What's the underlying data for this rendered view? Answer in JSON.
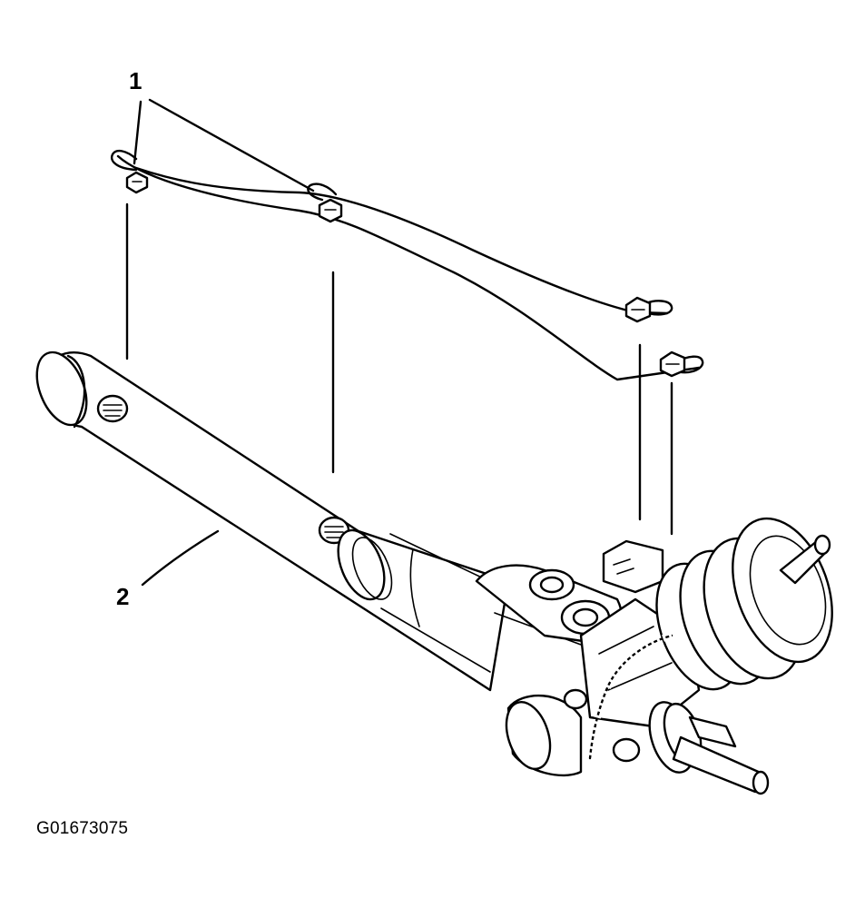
{
  "callouts": {
    "c1": "1",
    "c2": "2"
  },
  "figure_id": "G01673075",
  "colors": {
    "ink": "#000000",
    "paper": "#ffffff"
  }
}
